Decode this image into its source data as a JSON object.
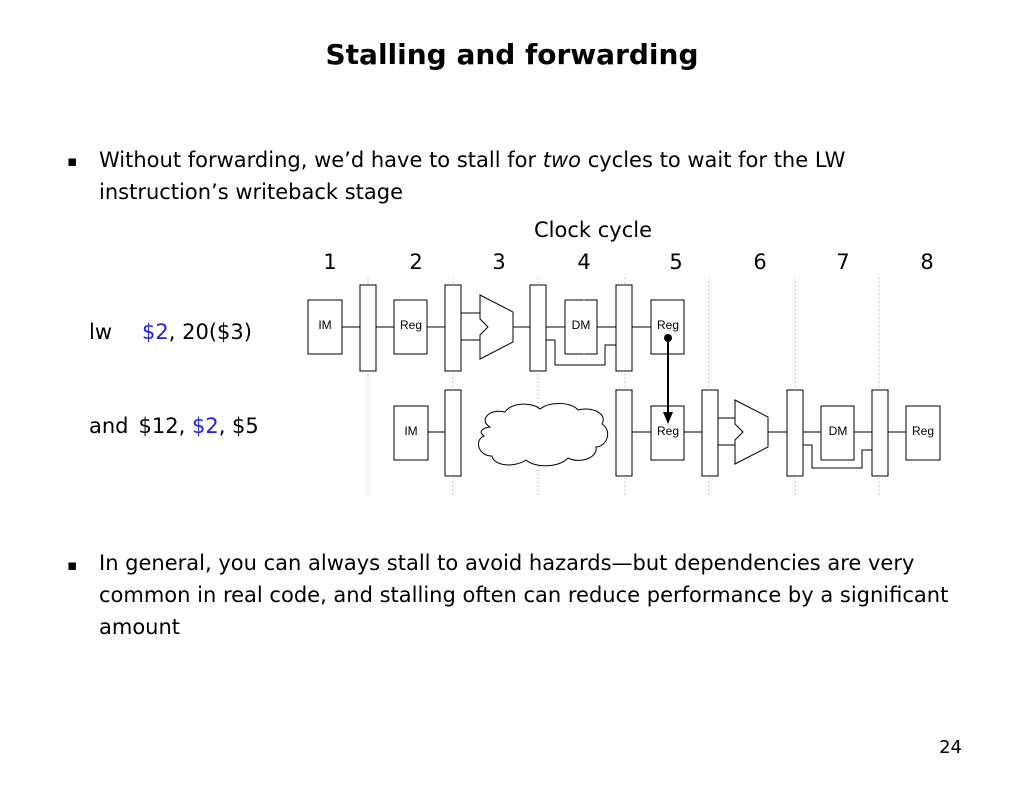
{
  "title": "Stalling and forwarding",
  "bullet_symbol": "▪",
  "bullet1": {
    "pre": "Without forwarding, we’d have to stall for ",
    "emph": "two",
    "post": " cycles to wait for the LW instruction’s writeback stage"
  },
  "bullet2": "In general, you can always stall to avoid hazards—but dependencies are very common in real code, and stalling often can reduce performance by a significant amount",
  "clock_label": "Clock cycle",
  "cycles": [
    "1",
    "2",
    "3",
    "4",
    "5",
    "6",
    "7",
    "8"
  ],
  "instr1": {
    "op": "lw",
    "reg": "$2",
    "rest": ", 20($3)"
  },
  "instr2": {
    "op": "and",
    "a": "$12, ",
    "reg": "$2",
    "rest": ", $5"
  },
  "stages": {
    "im": "IM",
    "reg": "Reg",
    "dm": "DM"
  },
  "highlight_color": "#2222dd",
  "page_number": "24"
}
